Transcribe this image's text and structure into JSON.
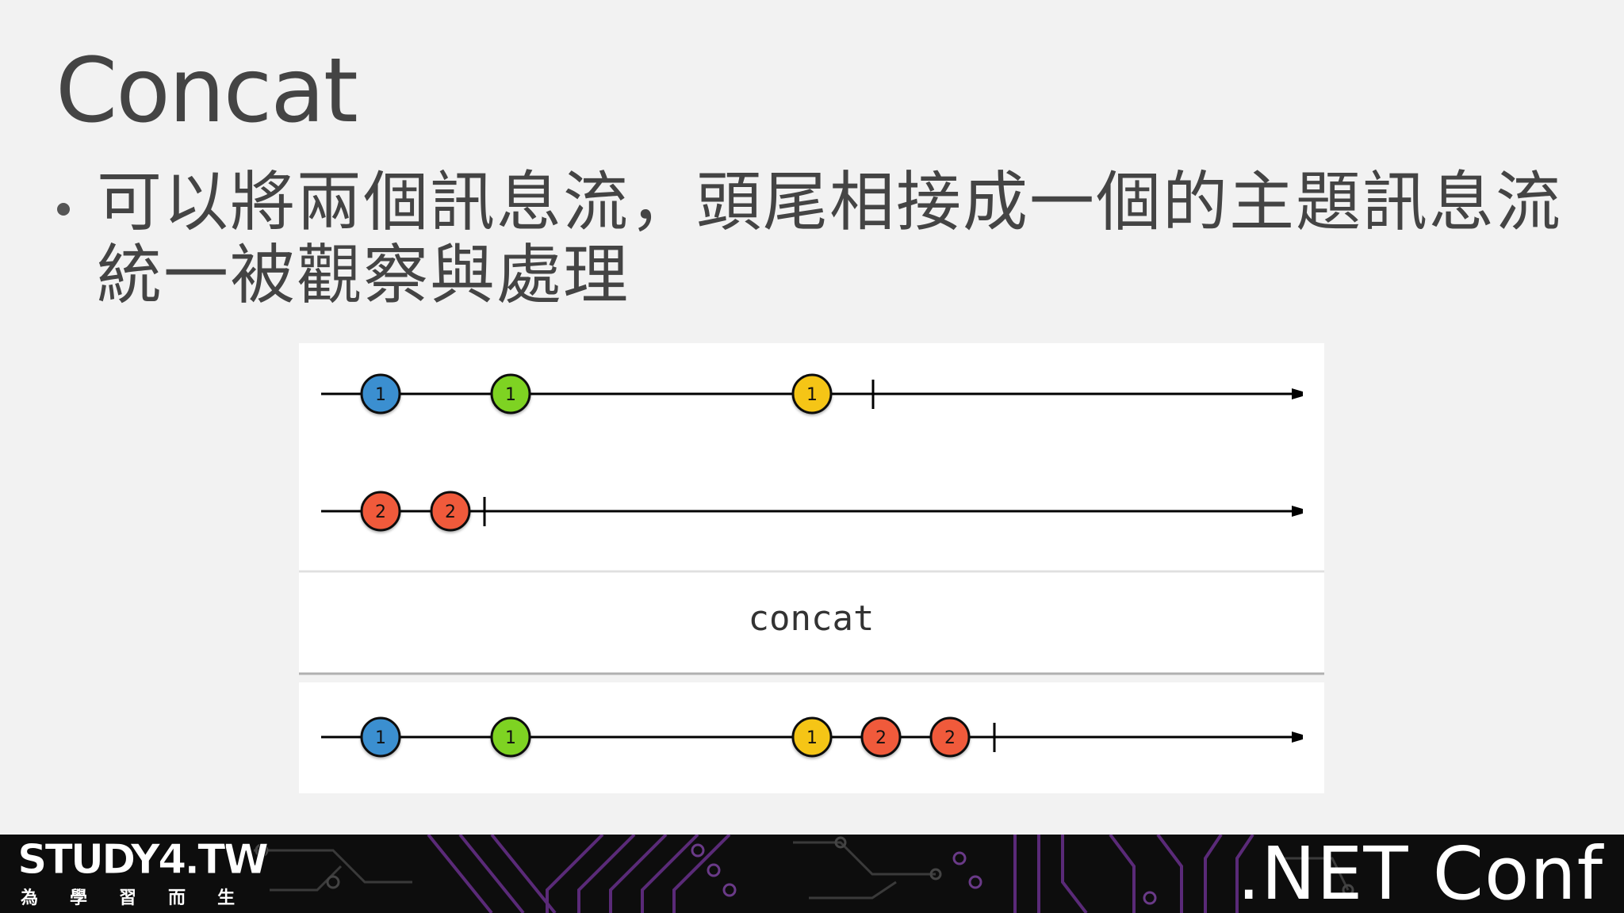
{
  "slide": {
    "title": "Concat",
    "bullet": "可以將兩個訊息流，頭尾相接成一個的主題訊息流統一被觀察與處理"
  },
  "diagram": {
    "operator_label": "concat",
    "colors": {
      "blue": "#3b8fd0",
      "green": "#7ed321",
      "yellow": "#f5c518",
      "red": "#f05a3a",
      "line": "#000000"
    },
    "streams": [
      {
        "id": "source-1",
        "items": [
          {
            "label": "1",
            "color": "blue"
          },
          {
            "label": "1",
            "color": "green"
          },
          {
            "label": "1",
            "color": "yellow"
          }
        ]
      },
      {
        "id": "source-2",
        "items": [
          {
            "label": "2",
            "color": "red"
          },
          {
            "label": "2",
            "color": "red"
          }
        ]
      },
      {
        "id": "result",
        "items": [
          {
            "label": "1",
            "color": "blue"
          },
          {
            "label": "1",
            "color": "green"
          },
          {
            "label": "1",
            "color": "yellow"
          },
          {
            "label": "2",
            "color": "red"
          },
          {
            "label": "2",
            "color": "red"
          }
        ]
      }
    ]
  },
  "footer": {
    "brand": "STUDY4.TW",
    "brand_sub": [
      "為",
      "學",
      "習",
      "而",
      "生"
    ],
    "conference": ".NET Conf"
  }
}
